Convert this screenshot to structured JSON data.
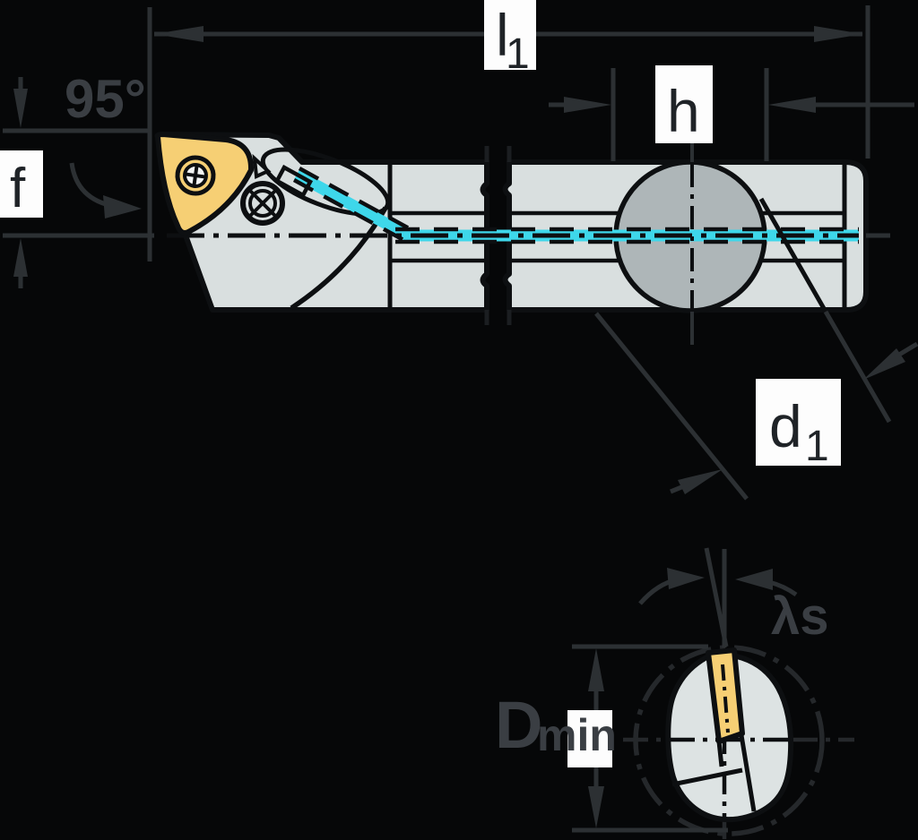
{
  "diagram": {
    "labels": {
      "l1": {
        "base": "l",
        "sub": "1"
      },
      "h": "h",
      "f": "f",
      "angle": "95°",
      "d1": {
        "base": "d",
        "sub": "1"
      },
      "dmin": {
        "base": "D",
        "sub": "min"
      },
      "lambda_s": "λs"
    },
    "colors": {
      "background": "#060708",
      "body_fill": "#d9dfdf",
      "section_circle_fill": "#aeb6b8",
      "insert_fill": "#f6cf74",
      "coolant_accent": "#3ed7ea",
      "outline": "#0d0f11",
      "dimension_line": "#2c3033",
      "dimension_text": "#3a3e43",
      "label_box": "#fdfdfd",
      "label_text": "#1f2327"
    }
  }
}
